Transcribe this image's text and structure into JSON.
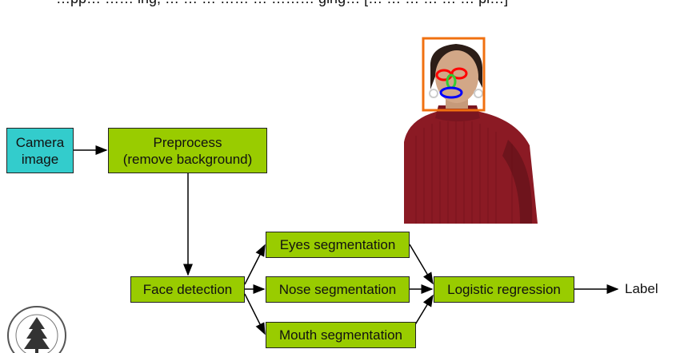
{
  "header": {
    "text": "…pp… …… ing, … … … …… … ……… ging… [… … … … … … pl…]"
  },
  "nodes": {
    "camera": {
      "line1": "Camera",
      "line2": "image"
    },
    "preprocess": {
      "line1": "Preprocess",
      "line2": "(remove background)"
    },
    "face": "Face detection",
    "eyes": "Eyes segmentation",
    "nose": "Nose segmentation",
    "mouth": "Mouth segmentation",
    "logistic": "Logistic regression",
    "output": "Label"
  },
  "colors": {
    "box_green": "#99cc00",
    "box_teal": "#33cccc",
    "detect_box": "#f07010",
    "eye_ring": "#ff0000",
    "nose_ring": "#33cc33",
    "mouth_ring": "#0000ff",
    "sweater": "#8b1a24"
  },
  "icons": {
    "logo": "stanford-seal-icon"
  }
}
